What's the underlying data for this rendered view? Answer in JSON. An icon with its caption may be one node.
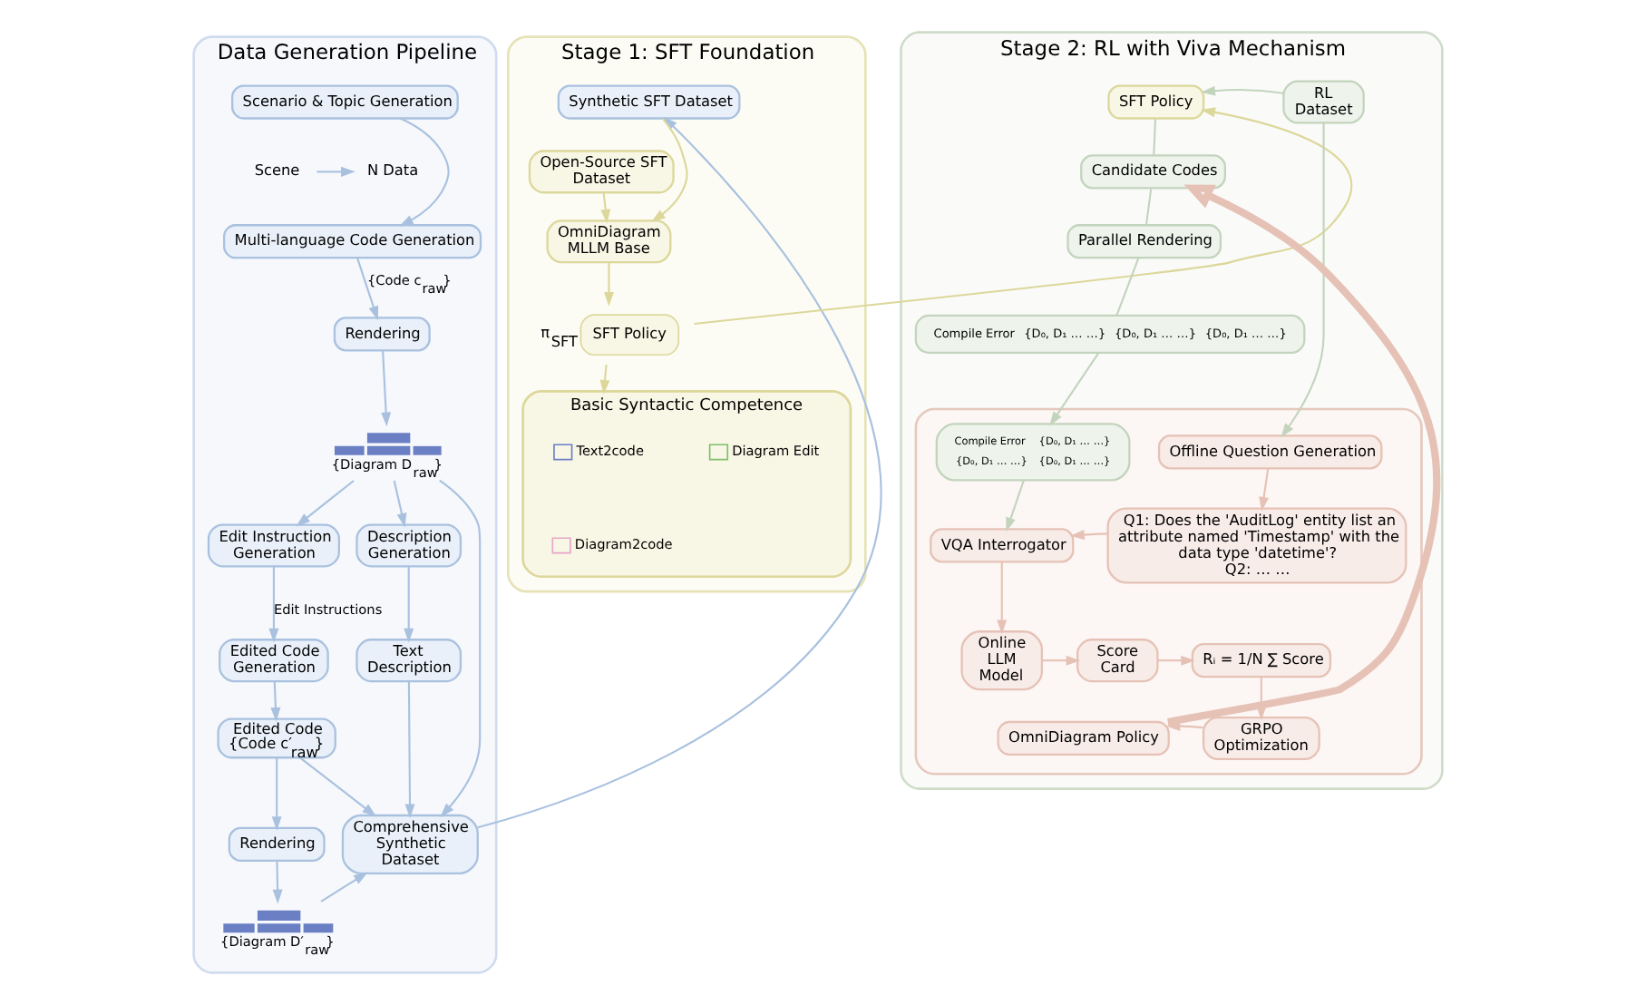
{
  "diagram": {
    "nodes": [
      {
        "text": [
          "Data Generation Pipeline"
        ]
      },
      {
        "text": [
          "Scenario & Topic Generation"
        ],
        "in": 0
      },
      {
        "text": [
          "Scene"
        ],
        "in": 0
      },
      {
        "text": [
          "N Data"
        ],
        "in": 0
      },
      {
        "text": [
          "Multi-language Code Generation"
        ],
        "in": 0
      },
      {
        "text": [
          "Rendering"
        ],
        "in": 0
      },
      {
        "text": [],
        "shape": "picture",
        "beside": [
          "{Diagram D$_{raw}$}"
        ],
        "in": 0
      },
      {
        "text": [
          "Edit Instruction Generation"
        ],
        "in": 0
      },
      {
        "text": [
          "Description Generation"
        ],
        "in": 0
      },
      {
        "text": [
          "Edited Code Generation"
        ],
        "in": 0
      },
      {
        "text": [
          "Text Description"
        ],
        "in": 0
      },
      {
        "text": [
          "Edited Code",
          "{Code c′$_{raw}$}"
        ],
        "in": 0
      },
      {
        "text": [
          "Comprehensive Synthetic Dataset"
        ],
        "in": 0
      },
      {
        "text": [
          "Rendering"
        ],
        "in": 0
      },
      {
        "text": [],
        "shape": "picture",
        "beside": [
          "{Diagram D′$_{raw}$}"
        ],
        "in": 0
      },
      {
        "text": [
          "Stage 1: SFT Foundation"
        ]
      },
      {
        "text": [
          "Synthetic SFT Dataset"
        ],
        "in": 15
      },
      {
        "text": [
          "Open-Source SFT Dataset"
        ],
        "in": 15
      },
      {
        "text": [
          "OmniDiagram MLLM Base"
        ],
        "in": 15
      },
      {
        "text": [
          "SFT Policy"
        ],
        "beside": [
          "π$_{SFT}$"
        ],
        "in": 15
      },
      {
        "text": [
          "Basic Syntactic Competence"
        ],
        "in": 15
      },
      {
        "text": [
          "Stage 2: RL with Viva Mechanism"
        ]
      },
      {
        "text": [
          "SFT Policy"
        ],
        "in": 21
      },
      {
        "text": [
          "RL Dataset"
        ],
        "in": 21
      },
      {
        "text": [
          "Candidate Codes"
        ],
        "in": 21
      },
      {
        "text": [
          "Parallel Rendering"
        ],
        "in": 21
      },
      {
        "text": [
          "Compile Error",
          "{D₀, D₁ … …}",
          "{D₀, D₁ … …}",
          "{D₀, D₁ … …}"
        ],
        "in": 21
      },
      {
        "text": [],
        "shape": "box",
        "in": 21
      },
      {
        "text": [
          "Compile Error",
          "{D₀, D₁ … …}",
          "{D₀, D₁ … …}",
          "{D₀, D₁ … …}"
        ],
        "in": 27
      },
      {
        "text": [
          "Offline Question Generation"
        ],
        "in": 27
      },
      {
        "text": [
          "Q1: Does the 'AuditLog' entity list an attribute named 'Timestamp' with the data type 'datetime'?",
          "Q2: … …"
        ],
        "in": 27
      },
      {
        "text": [
          "VQA Interrogator"
        ],
        "in": 27
      },
      {
        "text": [
          "Online LLM Model"
        ],
        "in": 27
      },
      {
        "text": [
          "Score Card"
        ],
        "in": 27
      },
      {
        "text": [
          "Rᵢ = 1/N ∑ Score"
        ],
        "in": 27
      },
      {
        "text": [
          "GRPO Optimization"
        ],
        "in": 27
      },
      {
        "text": [
          "OmniDiagram Policy"
        ],
        "in": 27
      }
    ],
    "edges": [
      {
        "from": 1,
        "to": 4,
        "arrow": "to"
      },
      {
        "from": 2,
        "to": 3,
        "arrow": "to"
      },
      {
        "from": 4,
        "to": 5,
        "arrow": "to",
        "label": "{Code c$_{raw}$}"
      },
      {
        "from": 5,
        "to": 6,
        "arrow": "to"
      },
      {
        "from": 6,
        "to": 7,
        "arrow": "to"
      },
      {
        "from": 6,
        "to": 8,
        "arrow": "to"
      },
      {
        "from": 6,
        "to": 12,
        "arrow": "to"
      },
      {
        "from": 7,
        "to": 9,
        "arrow": "to",
        "label": "Edit Instructions"
      },
      {
        "from": 8,
        "to": 10,
        "arrow": "to"
      },
      {
        "from": 9,
        "to": 11,
        "arrow": "to"
      },
      {
        "from": 10,
        "to": 12,
        "arrow": "to"
      },
      {
        "from": 11,
        "to": 12,
        "arrow": "to"
      },
      {
        "from": 11,
        "to": 13,
        "arrow": "to"
      },
      {
        "from": 13,
        "to": 14,
        "arrow": "to"
      },
      {
        "from": 14,
        "to": 12,
        "arrow": "to"
      },
      {
        "from": 12,
        "to": 16,
        "arrow": "to"
      },
      {
        "from": 16,
        "to": 18,
        "arrow": "to",
        "color": "#dcd79a"
      },
      {
        "from": 17,
        "to": 18,
        "arrow": "to",
        "color": "#dcd79a"
      },
      {
        "from": 18,
        "to": 19,
        "arrow": "to",
        "color": "#dcd79a"
      },
      {
        "from": 19,
        "to": 20,
        "arrow": "to",
        "color": "#dcd79a"
      },
      {
        "from": 19,
        "to": 22,
        "arrow": "to",
        "color": "#dcd79a"
      },
      {
        "from": 23,
        "to": 22,
        "arrow": "to",
        "color": "#c3d4bd"
      },
      {
        "from": 22,
        "to": 24,
        "arrow": "none",
        "color": "#c3d4bd"
      },
      {
        "from": 24,
        "to": 25,
        "arrow": "none",
        "color": "#c3d4bd"
      },
      {
        "from": 25,
        "to": 26,
        "arrow": "none",
        "color": "#c3d4bd"
      },
      {
        "from": 26,
        "to": 28,
        "arrow": "to",
        "color": "#c3d4bd"
      },
      {
        "from": 23,
        "to": 29,
        "arrow": "to",
        "color": "#c3d4bd"
      },
      {
        "from": 28,
        "to": 31,
        "arrow": "to",
        "color": "#c3d4bd"
      },
      {
        "from": 29,
        "to": 30,
        "arrow": "to",
        "color": "#e6c2b6"
      },
      {
        "from": 30,
        "to": 31,
        "arrow": "to",
        "color": "#e6c2b6"
      },
      {
        "from": 31,
        "to": 32,
        "arrow": "to",
        "color": "#e6c2b6"
      },
      {
        "from": 32,
        "to": 33,
        "arrow": "to",
        "color": "#e6c2b6"
      },
      {
        "from": 33,
        "to": 34,
        "arrow": "to",
        "color": "#e6c2b6"
      },
      {
        "from": 34,
        "to": 35,
        "arrow": "to",
        "color": "#e6c2b6"
      },
      {
        "from": 35,
        "to": 36,
        "arrow": "to",
        "color": "#e6c2b6"
      },
      {
        "from": 36,
        "to": 24,
        "arrow": "to",
        "style": "thick",
        "color": "#e6c2b6"
      }
    ],
    "legend": [
      {
        "text": "Text2code"
      },
      {
        "text": "Diagram Edit"
      },
      {
        "text": "Diagram2code"
      }
    ]
  }
}
